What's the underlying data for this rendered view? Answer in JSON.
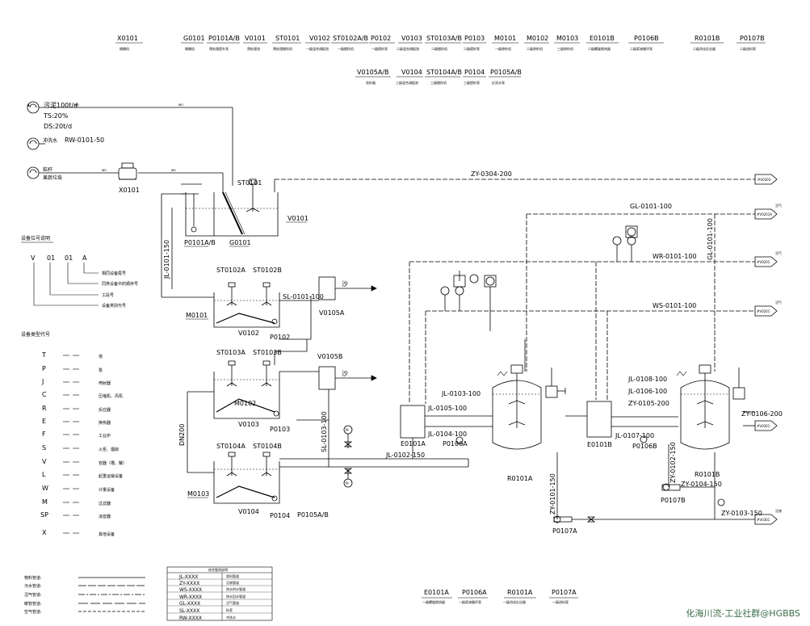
{
  "header_equipment_row1": [
    {
      "tag": "X0101",
      "desc": "格栅机"
    },
    {
      "tag": "G0101",
      "desc": "格栅机"
    },
    {
      "tag": "P0101A/B",
      "desc": "预处理提升泵"
    },
    {
      "tag": "V0101",
      "desc": "预处理池"
    },
    {
      "tag": "ST0101",
      "desc": "预处理搅拌机"
    },
    {
      "tag": "V0102",
      "desc": "一级混合调配池"
    },
    {
      "tag": "ST0102A/B",
      "desc": "一级搅拌机"
    },
    {
      "tag": "P0102",
      "desc": "一级提砂泵"
    },
    {
      "tag": "V0103",
      "desc": "二级混合调配池"
    },
    {
      "tag": "ST0103A/B",
      "desc": "二级搅拌机"
    },
    {
      "tag": "P0103",
      "desc": "二级提砂泵"
    },
    {
      "tag": "M0101",
      "desc": "一级除砂机"
    },
    {
      "tag": "M0102",
      "desc": "二级除砂机"
    },
    {
      "tag": "M0103",
      "desc": "三级除砂机"
    },
    {
      "tag": "E0101B",
      "desc": "二级螺旋换热器"
    },
    {
      "tag": "P0106B",
      "desc": "二级浆液循环泵"
    },
    {
      "tag": "R0101B",
      "desc": "二级消化反应器"
    },
    {
      "tag": "P0107B",
      "desc": "二级进料泵"
    }
  ],
  "header_equipment_row2": [
    {
      "tag": "V0105A/B",
      "desc": "洗砂器"
    },
    {
      "tag": "V0104",
      "desc": "三级混合调配池"
    },
    {
      "tag": "ST0104A/B",
      "desc": "三级搅拌机"
    },
    {
      "tag": "P0104",
      "desc": "三级提砂泵"
    },
    {
      "tag": "P0105A/B",
      "desc": "反洗水泵"
    }
  ],
  "inputs": {
    "sludge_label": "污泥100t/d",
    "ts_label": "TS:20%",
    "ds_label": "DS:20t/d",
    "flush_label": "冲洗水",
    "flush_line": "RW-0101-50",
    "straw_label_1": "秸秆",
    "straw_label_2": "果蔬垃圾"
  },
  "legend_tag": {
    "title": "设备位号说明",
    "parts": [
      "V",
      "01",
      "01",
      "A"
    ],
    "lines": [
      "相同设备尾号",
      "同类设备中的顺序号",
      "工段号",
      "设备类别代号"
    ]
  },
  "legend_types": {
    "title": "设备类型代号",
    "items": [
      {
        "code": "T",
        "desc": "塔"
      },
      {
        "code": "P",
        "desc": "泵"
      },
      {
        "code": "J",
        "desc": "喷射器"
      },
      {
        "code": "C",
        "desc": "压缩机、风机"
      },
      {
        "code": "R",
        "desc": "反应器"
      },
      {
        "code": "E",
        "desc": "换热器"
      },
      {
        "code": "F",
        "desc": "工业炉"
      },
      {
        "code": "S",
        "desc": "火炬、烟囱"
      },
      {
        "code": "V",
        "desc": "容器（槽、罐）"
      },
      {
        "code": "L",
        "desc": "起重运输设备"
      },
      {
        "code": "W",
        "desc": "计量设备"
      },
      {
        "code": "M",
        "desc": "过滤器"
      },
      {
        "code": "SP",
        "desc": "消音器"
      },
      {
        "code": "X",
        "desc": "其他设备"
      }
    ]
  },
  "legend_lines": [
    {
      "label": "物料管道:"
    },
    {
      "label": "污水管道:"
    },
    {
      "label": "沼气管道:"
    },
    {
      "label": "暖管管道:"
    },
    {
      "label": "空气管道:"
    }
  ],
  "pipe_table": {
    "title": "综合管线说明",
    "rows": [
      {
        "code": "JL-XXXX",
        "desc": "浆料管道"
      },
      {
        "code": "ZY-XXXX",
        "desc": "沼液管道"
      },
      {
        "code": "WS-XXXX",
        "desc": "热水供水管道"
      },
      {
        "code": "WR-XXXX",
        "desc": "热水回水管道"
      },
      {
        "code": "GL-XXXX",
        "desc": "沼气管道"
      },
      {
        "code": "SL-XXXX",
        "desc": "砂浆"
      },
      {
        "code": "RW-XXXX",
        "desc": "冲洗水"
      }
    ]
  },
  "bottom_equipment": [
    {
      "tag": "E0101A",
      "desc": "一级螺旋换热器"
    },
    {
      "tag": "P0106A",
      "desc": "一级浆液循环泵"
    },
    {
      "tag": "R0101A",
      "desc": "一级消化反应器"
    },
    {
      "tag": "P0107A",
      "desc": "一级进料泵"
    }
  ],
  "pipes": {
    "zy0304": "ZY-0304-200",
    "gl0101": "GL-0101-100",
    "gl0101v": "GL-0101-100",
    "wr0101": "WR-0101-100",
    "ws0101": "WS-0101-100",
    "jl0101": "JL-0101-150",
    "sl0101": "SL-0101-100",
    "sl0103": "SL-0103-100",
    "dn200": "DN200",
    "jl0102": "JL-0102-150",
    "jl0103": "JL-0103-100",
    "jl0105": "JL-0105-100",
    "jl0104": "JL-0104-100",
    "jl0108": "JL-0108-100",
    "jl0106": "JL-0106-100",
    "zy0105": "ZY-0105-200",
    "jl0107": "JL-0107-100",
    "zy0106": "ZY-0106-200",
    "zy0101": "ZY-0101-150",
    "zy0102": "ZY-0102-150",
    "zy0104": "ZY-0104-150",
    "zy0103": "ZY-0103-150"
  },
  "labels": {
    "X0101": "X0101",
    "ST0101": "ST0101",
    "V0101": "V0101",
    "P0101AB": "P0101A/B",
    "G0101": "G0101",
    "ST0102A": "ST0102A",
    "ST0102B": "ST0102B",
    "M0101": "M0101",
    "V0102": "V0102",
    "P0102": "P0102",
    "V0105A": "V0105A",
    "V0105B": "V0105B",
    "ST0103A": "ST0103A",
    "ST0103B": "ST0103B",
    "M0102": "M0102",
    "V0103": "V0103",
    "P0103": "P0103",
    "ST0104A": "ST0104A",
    "ST0104B": "ST0104B",
    "M0103": "M0103",
    "V0104": "V0104",
    "P0104": "P0104",
    "P0105AB": "P0105A/B",
    "E0101A": "E0101A",
    "P0106A": "P0106A",
    "R0101A": "R0101A",
    "P0107A": "P0107A",
    "E0101B": "E0101B",
    "P0106B": "P0106B",
    "R0101B": "R0101B",
    "P0107B": "P0107B",
    "sand1": "沙",
    "sand2": "沙"
  },
  "offpage": [
    {
      "top": "",
      "bot": "#V0303"
    },
    {
      "top": "沼气",
      "bot": "#V0201A"
    },
    {
      "top": "沼气",
      "bot": "#V0201"
    },
    {
      "top": "沼气",
      "bot": "#V0201"
    },
    {
      "top": "",
      "bot": "#V0301"
    },
    {
      "top": "沼液",
      "bot": "#V0301"
    }
  ],
  "watermark": "化海川流-工业社群@HGBBS"
}
